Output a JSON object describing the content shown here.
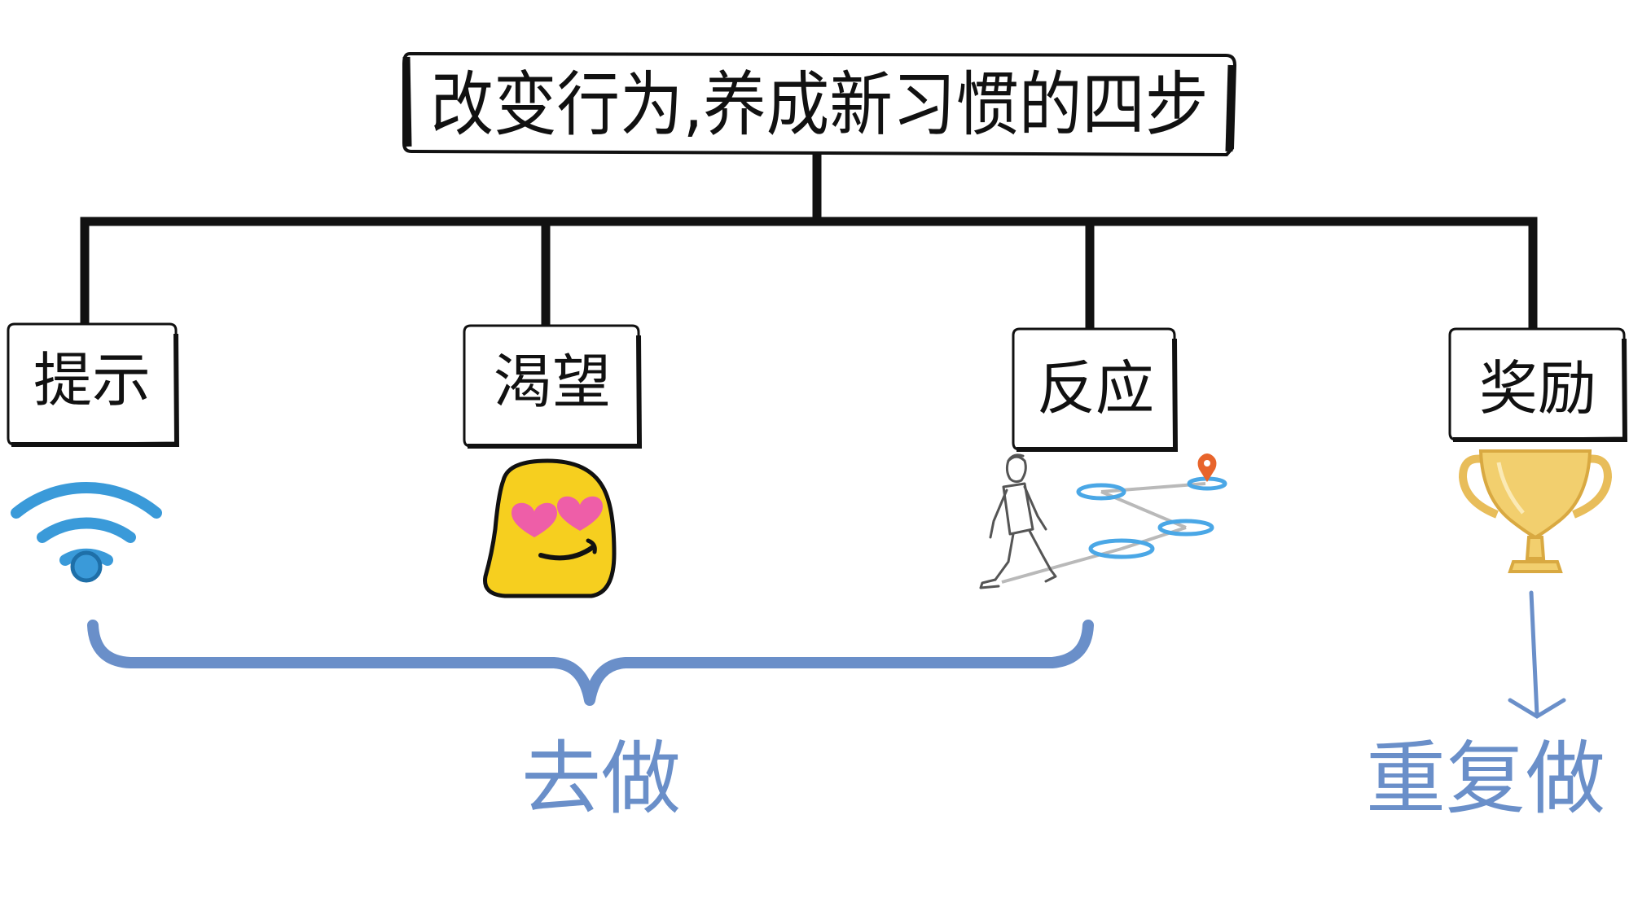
{
  "title": "改变行为,养成新习惯的四步",
  "steps": [
    {
      "label": "提示",
      "icon": "wifi-icon"
    },
    {
      "label": "渴望",
      "icon": "heart-eyes-emoji-icon"
    },
    {
      "label": "反应",
      "icon": "walking-man-route-icon"
    },
    {
      "label": "奖励",
      "icon": "trophy-icon"
    }
  ],
  "brace_label": "去做",
  "repeat_label": "重复做",
  "colors": {
    "line": "#111111",
    "accent_blue": "#6a8fc9",
    "wifi_blue": "#3a9ad9",
    "emoji_yellow": "#f6cf1f",
    "heart_pink": "#ee5ea8",
    "trophy_gold": "#f2cf6e",
    "route_blue": "#4aa7e6",
    "pin_orange": "#e8642b"
  }
}
